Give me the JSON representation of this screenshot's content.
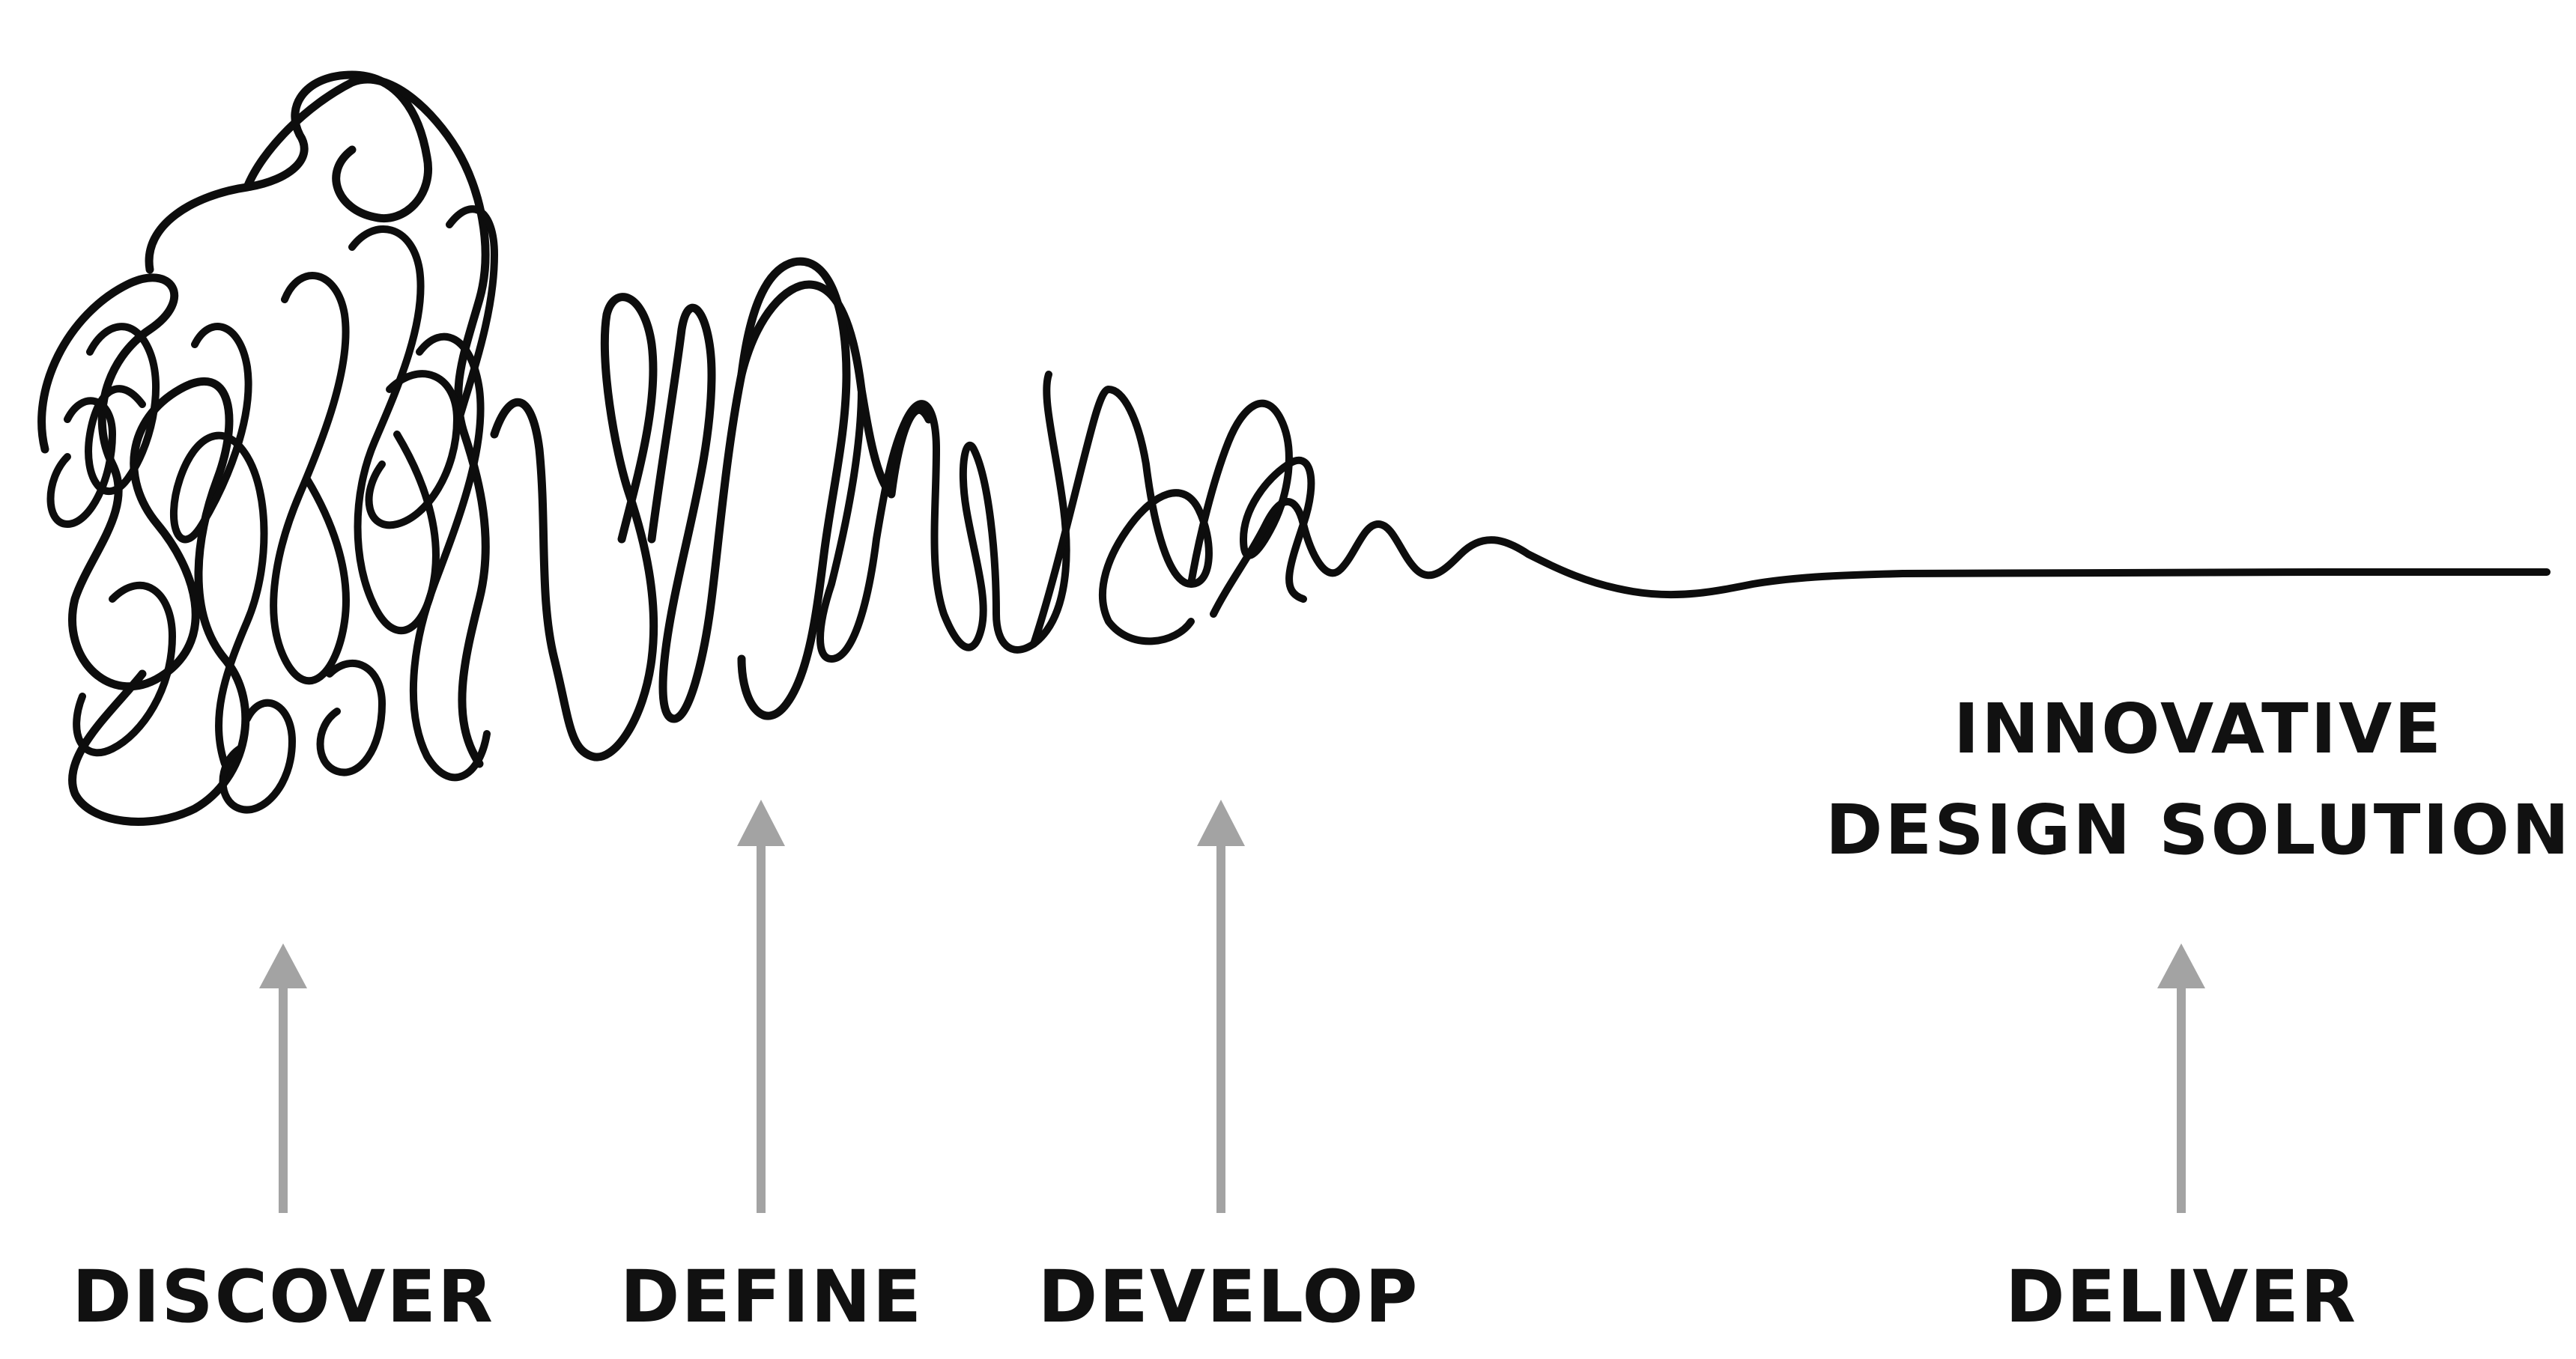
{
  "outcome": {
    "line1": "INNOVATIVE",
    "line2": "DESIGN SOLUTION"
  },
  "stages": [
    {
      "label": "DISCOVER"
    },
    {
      "label": "DEFINE"
    },
    {
      "label": "DEVELOP"
    },
    {
      "label": "DELIVER"
    }
  ],
  "colors": {
    "line": "#0d0d0d",
    "arrow": "#a3a3a3",
    "text": "#111111"
  }
}
